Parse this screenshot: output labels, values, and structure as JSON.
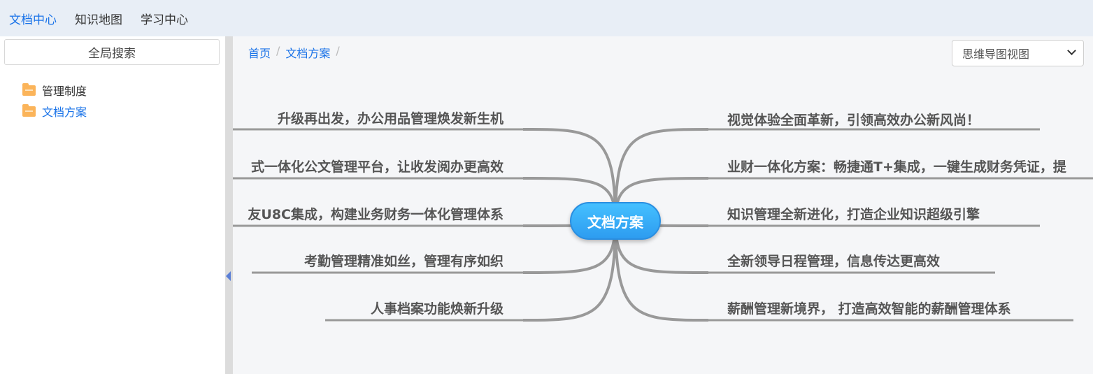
{
  "topnav": {
    "items": [
      {
        "label": "文档中心",
        "active": true
      },
      {
        "label": "知识地图"
      },
      {
        "label": "学习中心"
      }
    ]
  },
  "sidebar": {
    "search_label": "全局搜索",
    "tree": [
      {
        "label": "管理制度"
      },
      {
        "label": "文档方案",
        "active": true
      }
    ]
  },
  "breadcrumb": {
    "items": [
      "首页",
      "文档方案"
    ],
    "separator": "/"
  },
  "view_select": {
    "value": "思维导图视图"
  },
  "mindmap": {
    "center": "文档方案",
    "left": [
      "升级再出发，办公用品管理焕发新生机",
      "式一体化公文管理平台，让收发阅办更高效",
      "友U8C集成，构建业务财务一体化管理体系",
      "考勤管理精准如丝，管理有序如织",
      "人事档案功能焕新升级"
    ],
    "right": [
      "视觉体验全面革新，引领高效办公新风尚！",
      "业财一体化方案：畅捷通T+集成，一键生成财务凭证，提",
      "知识管理全新进化，打造企业知识超级引擎",
      "全新领导日程管理，信息传达更高效",
      "薪酬管理新境界， 打造高效智能的薪酬管理体系"
    ],
    "line_color": "#999999",
    "node_color": "#2d9cf0"
  }
}
